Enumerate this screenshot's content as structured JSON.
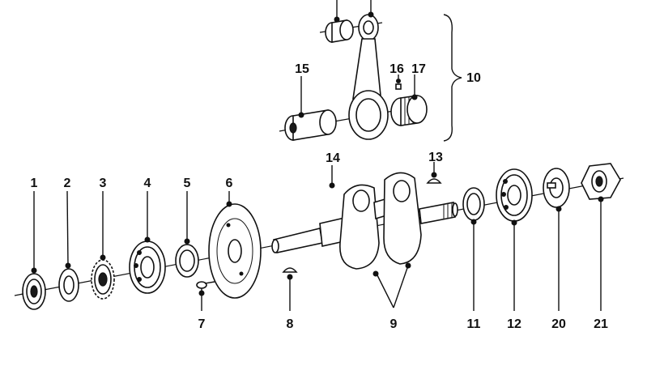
{
  "diagram": {
    "callouts": {
      "c1": "1",
      "c2": "2",
      "c3": "3",
      "c4": "4",
      "c5": "5",
      "c6": "6",
      "c7": "7",
      "c8": "8",
      "c9": "9",
      "c10": "10",
      "c11": "11",
      "c12": "12",
      "c13": "13",
      "c14": "14",
      "c15": "15",
      "c16": "16",
      "c17": "17",
      "c20": "20",
      "c21": "21"
    },
    "colors": {
      "ink": "#111111",
      "paper": "#ffffff"
    }
  }
}
